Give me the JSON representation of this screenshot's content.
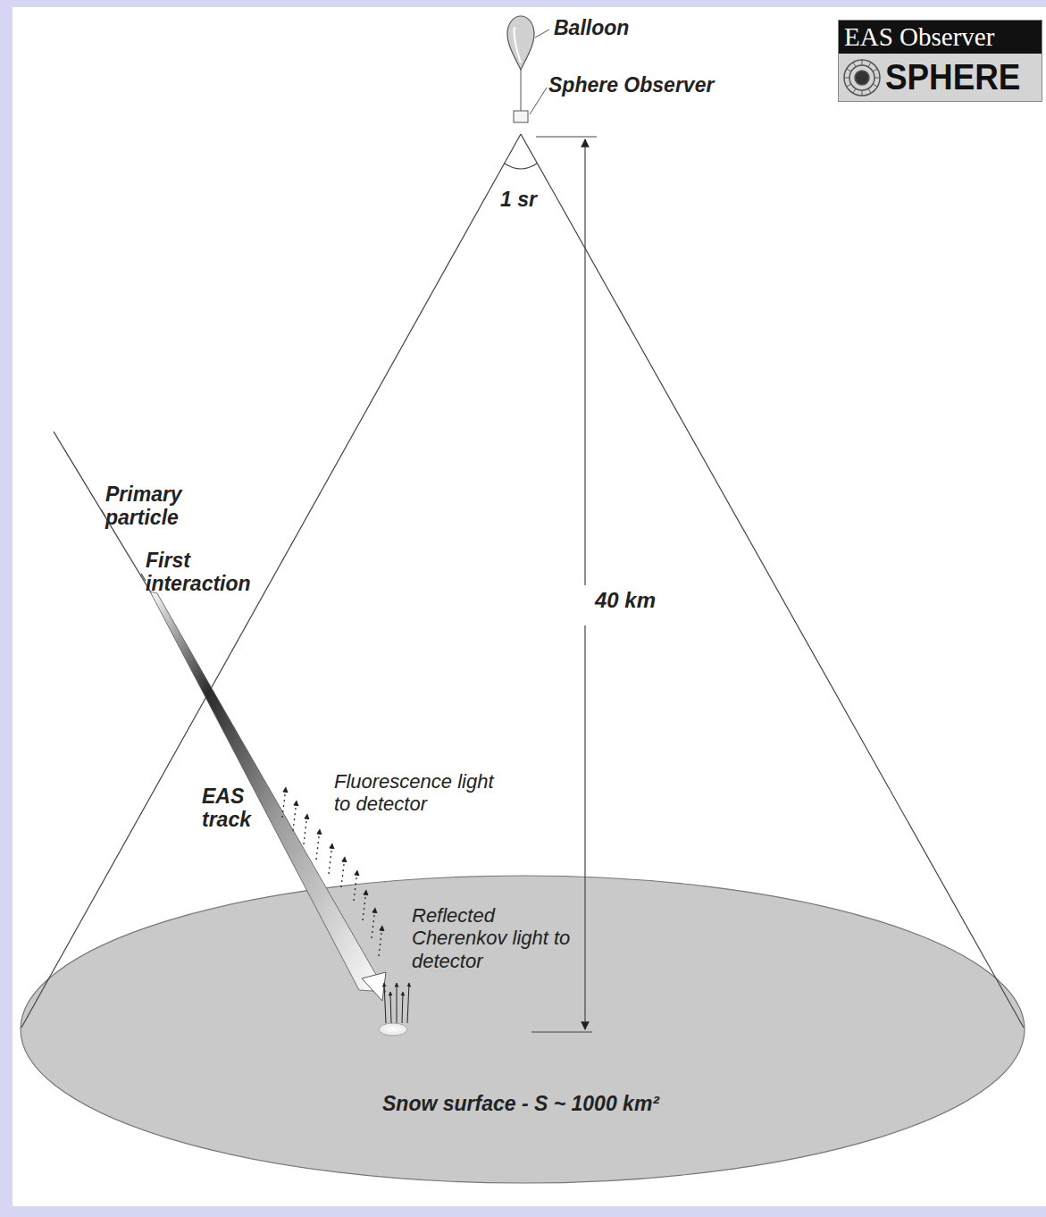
{
  "diagram": {
    "nodes": [
      {
        "text": [
          "EAS Observer",
          "SPHERE"
        ]
      }
    ],
    "labels": [
      "Balloon",
      "Sphere Observer",
      "1 sr",
      "40 km",
      "Primary particle",
      "First interaction",
      "EAS track",
      "Fluorescence light to detector",
      "Reflected Cherenkov light to detector",
      "Snow surface - S ~ 1000 km²"
    ]
  }
}
